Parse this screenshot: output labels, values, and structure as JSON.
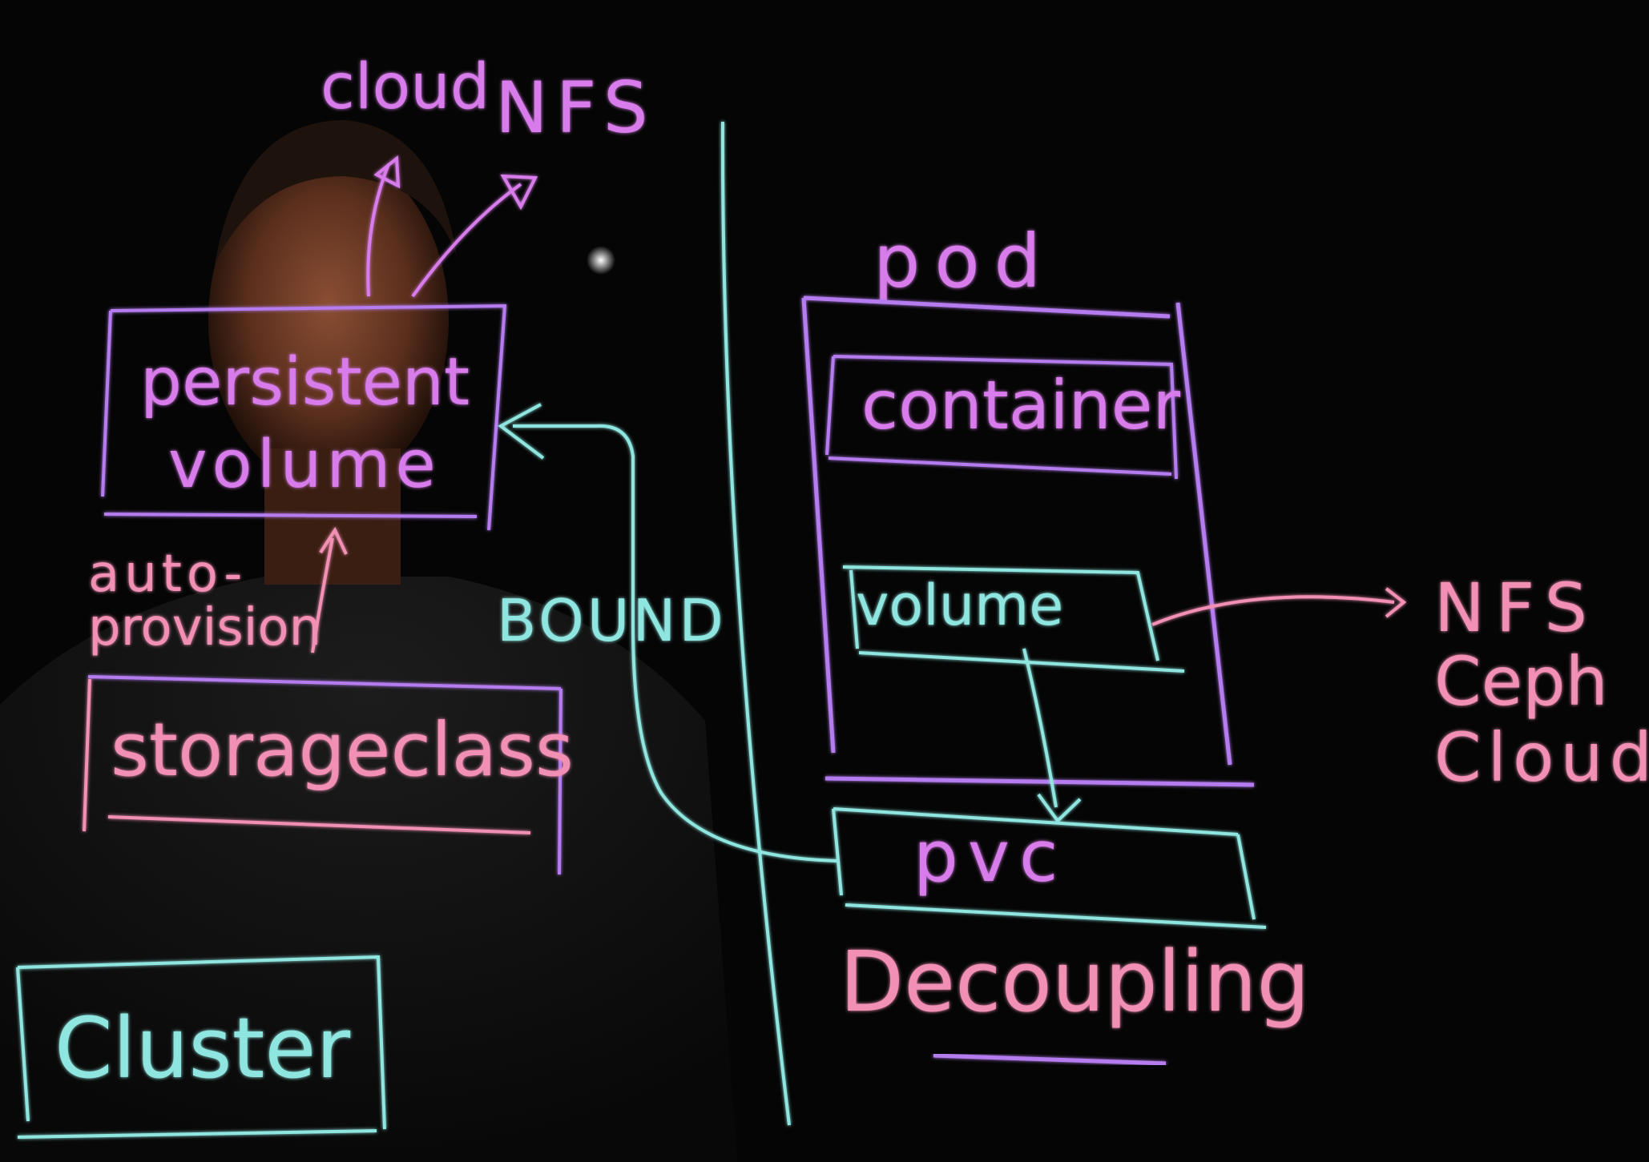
{
  "colors": {
    "background": "#050505",
    "magenta": "#d77bea",
    "violet": "#b57cf0",
    "cyan": "#8fe6e0",
    "pink": "#f28fb4"
  },
  "labels": {
    "cloud_top": "cloud",
    "nfs_top": "NFS",
    "persistent": "persistent",
    "volume_pv": "volume",
    "auto": "auto-",
    "provision": "provision",
    "storageclass": "storageclass",
    "bound": "BOUND",
    "cluster": "Cluster",
    "pod": "pod",
    "container": "container",
    "volume_pod": "volume",
    "pvc": "pvc",
    "decoupling": "Decoupling",
    "nfs_right": "NFS",
    "ceph_right": "Ceph",
    "cloud_right": "Cloud"
  }
}
